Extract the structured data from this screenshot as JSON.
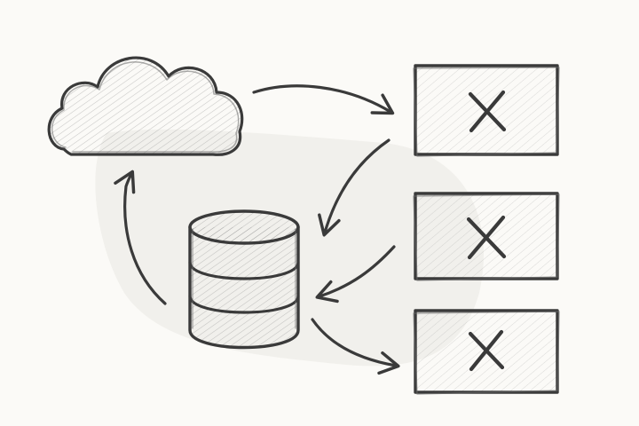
{
  "diagram": {
    "nodes": [
      {
        "id": "cloud",
        "kind": "cloud-icon"
      },
      {
        "id": "database",
        "kind": "database-icon",
        "tiers": 3
      },
      {
        "id": "box-1",
        "kind": "failed-box",
        "mark": "x-icon"
      },
      {
        "id": "box-2",
        "kind": "failed-box",
        "mark": "x-icon"
      },
      {
        "id": "box-3",
        "kind": "failed-box",
        "mark": "x-icon"
      }
    ],
    "edges": [
      {
        "from": "cloud",
        "to": "box-1"
      },
      {
        "from": "box-1",
        "to": "database"
      },
      {
        "from": "box-2",
        "to": "database"
      },
      {
        "from": "database",
        "to": "box-3"
      },
      {
        "from": "database",
        "to": "cloud"
      }
    ],
    "colors": {
      "stroke": "#3a3a3a",
      "shading": "#8a8a8a",
      "paper": "#fbfaf7",
      "smudge": "#efede8"
    }
  }
}
